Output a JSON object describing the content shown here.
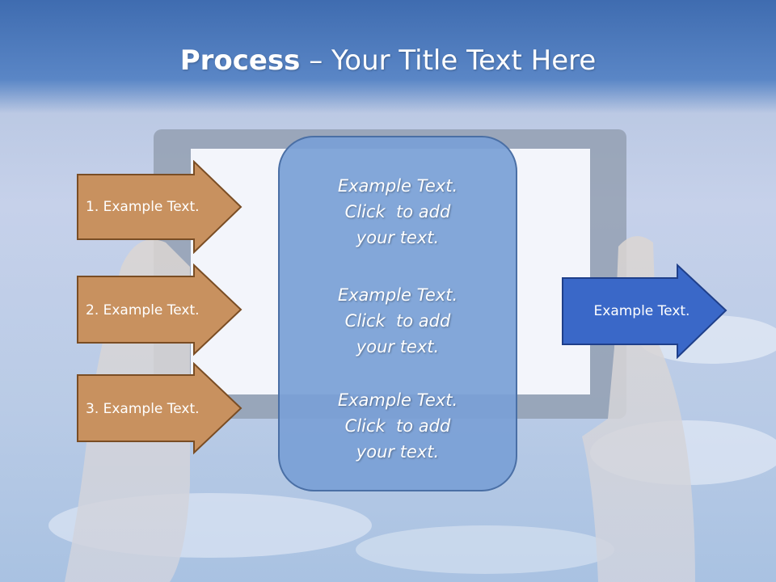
{
  "title": {
    "bold": "Process",
    "rest": " – Your Title Text Here"
  },
  "left_steps": [
    {
      "label": "1. Example Text."
    },
    {
      "label": "2. Example Text."
    },
    {
      "label": "3. Example Text."
    }
  ],
  "center_blocks": [
    {
      "lines": [
        "Example Text.",
        "Click  to add",
        "your text."
      ]
    },
    {
      "lines": [
        "Example Text.",
        "Click  to add",
        "your text."
      ]
    },
    {
      "lines": [
        "Example Text.",
        "Click  to add",
        "your text."
      ]
    }
  ],
  "output": {
    "label": "Example Text."
  },
  "colors": {
    "step_fill": "#c8915f",
    "step_border": "#7a4d24",
    "output_fill": "#3a68c8",
    "output_border": "#1f3f8a",
    "center_fill": "#7aa0d6",
    "title_band": "#4a78bc"
  }
}
